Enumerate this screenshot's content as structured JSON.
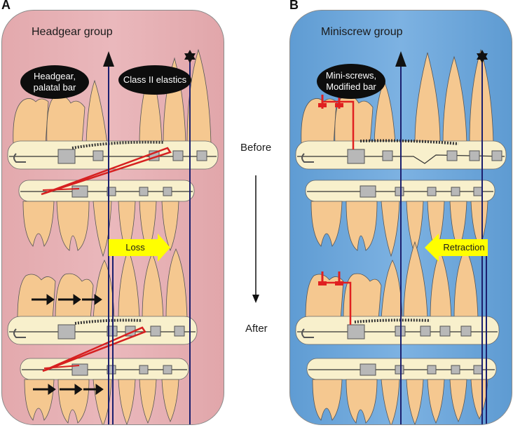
{
  "panels": {
    "a": {
      "letter": "A",
      "title": "Headgear group",
      "oval_appliance": "Headgear,\npalatal bar",
      "oval_elastics": "Class II elastics",
      "arrow_label": "Loss"
    },
    "b": {
      "letter": "B",
      "title": "Miniscrew group",
      "oval_appliance": "Mini-screws,\nModified bar",
      "arrow_label": "Retraction"
    }
  },
  "timeline": {
    "before": "Before",
    "after": "After"
  },
  "colors": {
    "panel_a": "#e3a9ad",
    "panel_b": "#6aa6da",
    "tooth": "#f5c890",
    "bracket": "#b8b8b8",
    "elastic": "#d62020",
    "reference_line": "#1b1f6e",
    "arrow": "#ffff00",
    "miniscrew": "#e02020"
  },
  "icons": {
    "reference_marker": "star-of-david-icon",
    "vertical_arrow": "arrow-up-icon"
  }
}
